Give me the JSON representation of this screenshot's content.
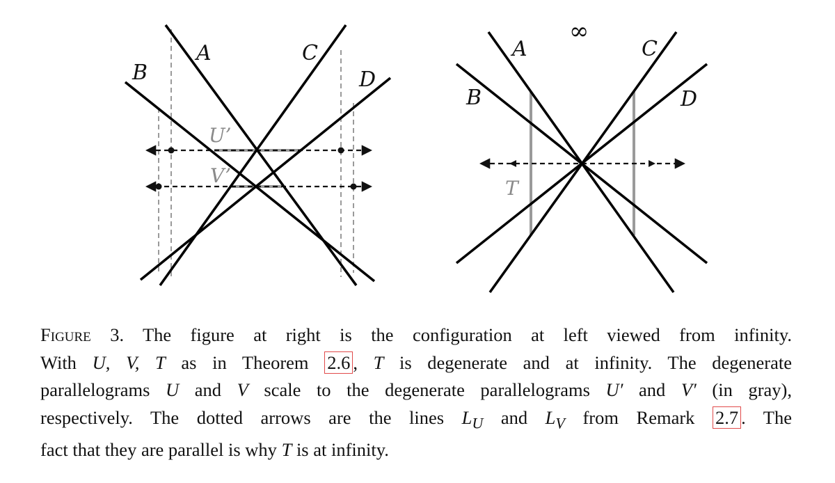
{
  "figure": {
    "left_panel": {
      "labels": {
        "a": "A",
        "b": "B",
        "c": "C",
        "d": "D",
        "u_prime": "U’",
        "v_prime": "V’"
      }
    },
    "right_panel": {
      "labels": {
        "a": "A",
        "b": "B",
        "c": "C",
        "d": "D",
        "t": "T",
        "infinity": "∞"
      }
    }
  },
  "caption": {
    "figure_word": "Figure",
    "figure_number": "3.",
    "line1_rest": "The figure at right is the configuration at left viewed from infinity.",
    "line2_a": "With ",
    "line2_uvt": "U, V, T",
    "line2_b": " as in Theorem ",
    "ref_theorem": "2.6",
    "line2_c": ", ",
    "line2_t": "T",
    "line2_d": " is degenerate and at infinity. The degenerate",
    "line3_a": "parallelograms ",
    "line3_u": "U",
    "line3_b": " and ",
    "line3_v": "V",
    "line3_c": " scale to the degenerate parallelograms ",
    "line3_up": "U′",
    "line3_d": " and ",
    "line3_vp": "V′",
    "line3_e": " (in gray),",
    "line4_a": "respectively. The dotted arrows are the lines ",
    "line4_lu": "L",
    "line4_lu_sub": "U",
    "line4_b": " and ",
    "line4_lv": "L",
    "line4_lv_sub": "V",
    "line4_c": " from Remark ",
    "ref_remark": "2.7",
    "line4_d": ". The",
    "line5_a": "fact that they are parallel is why ",
    "line5_t": "T",
    "line5_b": " is at infinity."
  }
}
